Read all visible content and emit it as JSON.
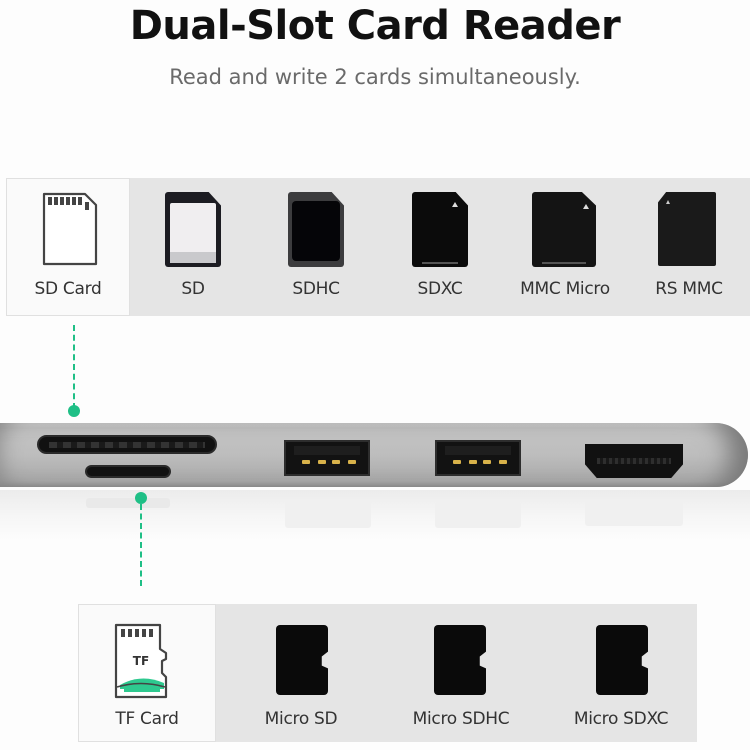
{
  "header": {
    "title": "Dual-Slot Card Reader",
    "subtitle": "Read and write 2 cards simultaneously."
  },
  "sd_panel": {
    "slot_label": "SD Card",
    "slot_icon": "sd-card-outline-icon",
    "cards": [
      {
        "label": "SD",
        "icon": "sd-card-white-icon"
      },
      {
        "label": "SDHC",
        "icon": "sdhc-card-icon"
      },
      {
        "label": "SDXC",
        "icon": "sdxc-card-icon"
      },
      {
        "label": "MMC Micro",
        "icon": "mmc-micro-card-icon"
      },
      {
        "label": "RS MMC",
        "icon": "rs-mmc-card-icon"
      }
    ]
  },
  "device": {
    "ports": [
      {
        "name": "SD card slot"
      },
      {
        "name": "TF card slot"
      },
      {
        "name": "USB-A port 1"
      },
      {
        "name": "USB-A port 2"
      },
      {
        "name": "HDMI port"
      }
    ]
  },
  "tf_panel": {
    "slot_label": "TF Card",
    "slot_icon_text": "TF",
    "slot_icon": "tf-card-outline-icon",
    "cards": [
      {
        "label": "Micro SD",
        "icon": "micro-sd-card-icon"
      },
      {
        "label": "Micro SDHC",
        "icon": "micro-sdhc-card-icon"
      },
      {
        "label": "Micro SDXC",
        "icon": "micro-sdxc-card-icon"
      }
    ]
  },
  "colors": {
    "accent_green": "#1fbf86",
    "panel_gray": "#e5e5e5",
    "title_text": "#111111",
    "subtitle_text": "#6a6a6a"
  }
}
